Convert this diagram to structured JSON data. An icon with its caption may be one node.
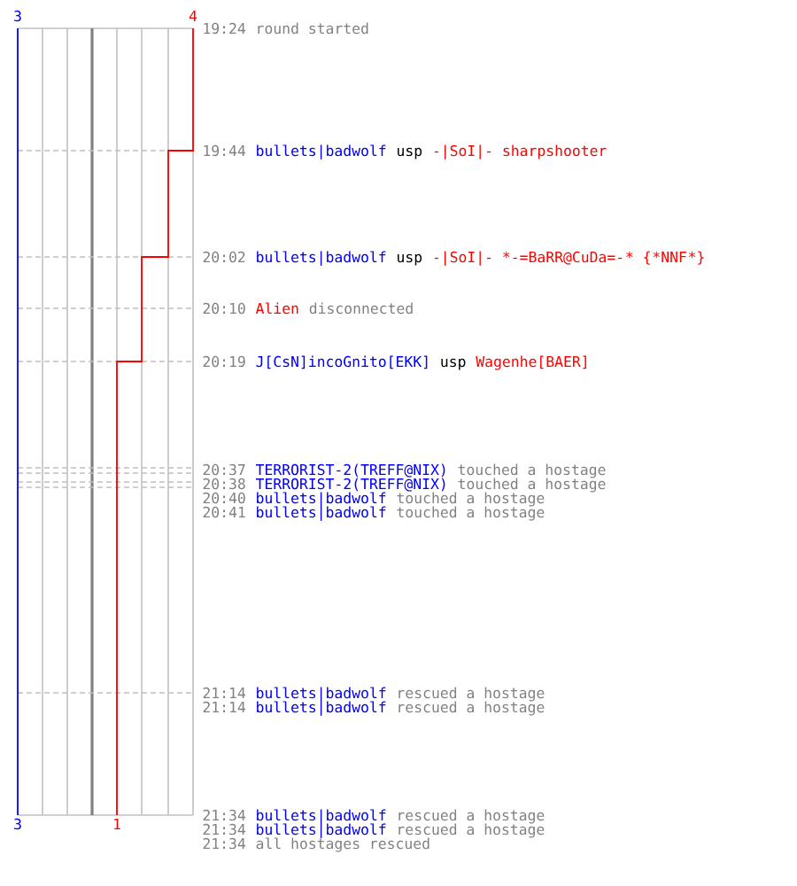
{
  "diagram": {
    "labels": [
      "3",
      "4",
      "19:24",
      "round started",
      "19:44",
      "bullets|badwolf",
      "usp",
      "-|SoI|- sharpshooter",
      "20:02",
      "bullets|badwolf",
      "usp",
      "-|SoI|- *-=BaRR@CuDa=-",
      "* {",
      "*NNF",
      "*}",
      "20:10",
      "Alien",
      "disconnected",
      "20:19",
      "J[CsN]incoGnito[EKK]",
      "usp",
      "Wagenhe[BAER]",
      "20:37",
      "TERRORIST-2(TREFF@NIX)",
      "touched a hostage",
      "20:38",
      "TERRORIST-2(TREFF@NIX)",
      "touched a hostage",
      "20:40",
      "bullets|badwolf",
      "touched a hostage",
      "20:41",
      "bullets|badwolf",
      "touched a hostage",
      "21:14",
      "bullets|badwolf",
      "rescued a hostage",
      "21:14",
      "bullets|badwolf",
      "rescued a hostage",
      "3",
      "1",
      "21:34",
      "bullets|badwolf",
      "rescued a hostage",
      "21:34",
      "bullets|badwolf",
      "rescued a hostage",
      "21:34",
      "all hostages rescued"
    ]
  }
}
